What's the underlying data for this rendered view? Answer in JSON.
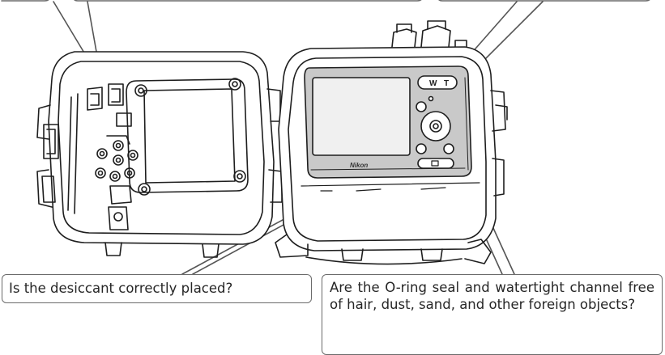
{
  "callouts": {
    "desiccant": "Is the desiccant correctly placed?",
    "oring": "Are the O-ring seal and watertight channel free of hair, dust, sand, and other foreign objects?"
  },
  "camera": {
    "brand": "Nikon",
    "zoom_wide": "W",
    "zoom_tele": "T"
  },
  "colors": {
    "line": "#1e1e1e",
    "callout_border": "#6b6b6b",
    "screen": "#f0f0f0",
    "camera_body": "#c9c9c9"
  }
}
